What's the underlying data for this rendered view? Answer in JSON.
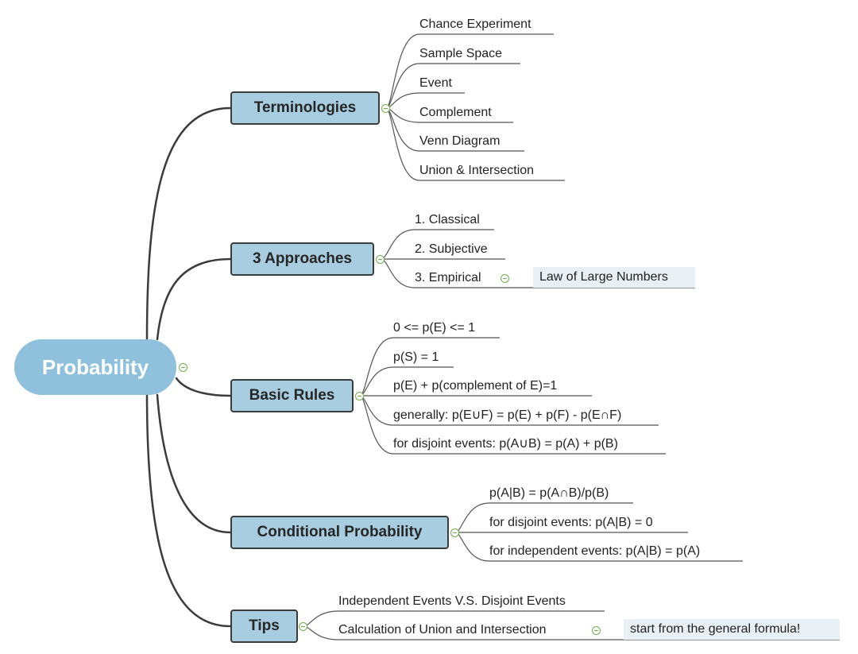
{
  "root": {
    "label": "Probability"
  },
  "branches": [
    {
      "id": "terminologies",
      "label": "Terminologies",
      "children": [
        {
          "label": "Chance Experiment"
        },
        {
          "label": "Sample Space"
        },
        {
          "label": "Event"
        },
        {
          "label": "Complement"
        },
        {
          "label": "Venn Diagram"
        },
        {
          "label": "Union & Intersection"
        }
      ]
    },
    {
      "id": "approaches",
      "label": "3 Approaches",
      "children": [
        {
          "label": "1. Classical"
        },
        {
          "label": "2. Subjective"
        },
        {
          "label": "3. Empirical",
          "child": "Law of Large Numbers"
        }
      ]
    },
    {
      "id": "basic-rules",
      "label": "Basic Rules",
      "children": [
        {
          "label": "0 <= p(E) <= 1"
        },
        {
          "label": "p(S) = 1"
        },
        {
          "label": "p(E) + p(complement of E)=1"
        },
        {
          "label": "generally: p(E∪F) = p(E) + p(F) - p(E∩F)"
        },
        {
          "label": "for disjoint events: p(A∪B) = p(A) + p(B)"
        }
      ]
    },
    {
      "id": "conditional",
      "label": "Conditional Probability",
      "children": [
        {
          "label": "p(A|B) = p(A∩B)/p(B)"
        },
        {
          "label": "for disjoint events: p(A|B) = 0"
        },
        {
          "label": "for independent events: p(A|B) = p(A)"
        }
      ]
    },
    {
      "id": "tips",
      "label": "Tips",
      "children": [
        {
          "label": "Independent Events V.S. Disjoint Events"
        },
        {
          "label": "Calculation of Union and Intersection",
          "child": "start from the general formula!"
        }
      ]
    }
  ],
  "colors": {
    "root_fill": "#8fc1dc",
    "branch_fill": "#a9cde0",
    "branch_border": "#3b3b3b",
    "connector": "#3b3b3b",
    "leaf_line": "#555555",
    "toggle": "#6fae4f",
    "note_fill": "#e8f0f6"
  }
}
